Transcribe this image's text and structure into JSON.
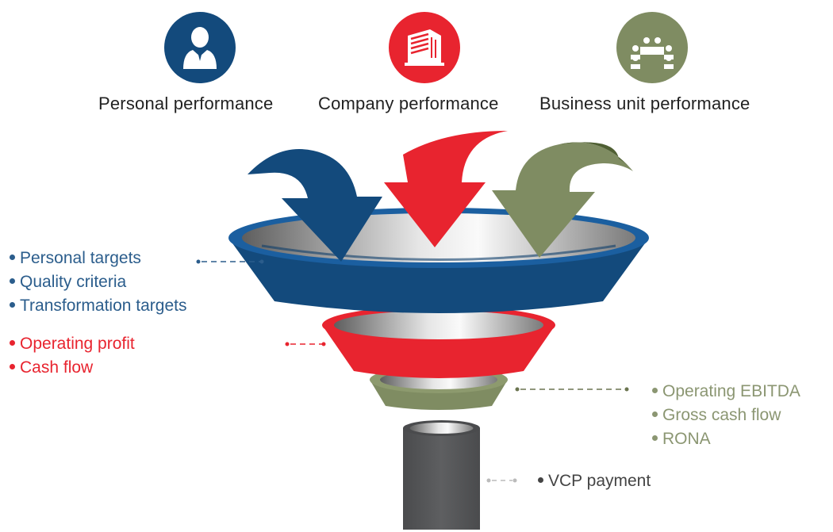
{
  "colors": {
    "blue": "#134a7c",
    "red": "#e8242f",
    "olive": "#7f8c62",
    "gray": "#5b5c5e",
    "text_dark": "#222222"
  },
  "sources": [
    {
      "label": "Personal performance",
      "icon": "person-icon",
      "color": "#134a7c"
    },
    {
      "label": "Company performance",
      "icon": "building-icon",
      "color": "#e8242f"
    },
    {
      "label": "Business unit performance",
      "icon": "meeting-icon",
      "color": "#7f8c62"
    }
  ],
  "groups": {
    "personal": {
      "color": "#2b5d8c",
      "items": [
        "Personal targets",
        "Quality criteria",
        "Transformation targets"
      ]
    },
    "company": {
      "color": "#e8242f",
      "items": [
        "Operating profit",
        "Cash flow"
      ]
    },
    "business_unit": {
      "color": "#8b9672",
      "items": [
        "Operating EBITDA",
        "Gross cash flow",
        "RONA"
      ]
    },
    "output": {
      "color": "#444444",
      "items": [
        "VCP payment"
      ]
    }
  }
}
